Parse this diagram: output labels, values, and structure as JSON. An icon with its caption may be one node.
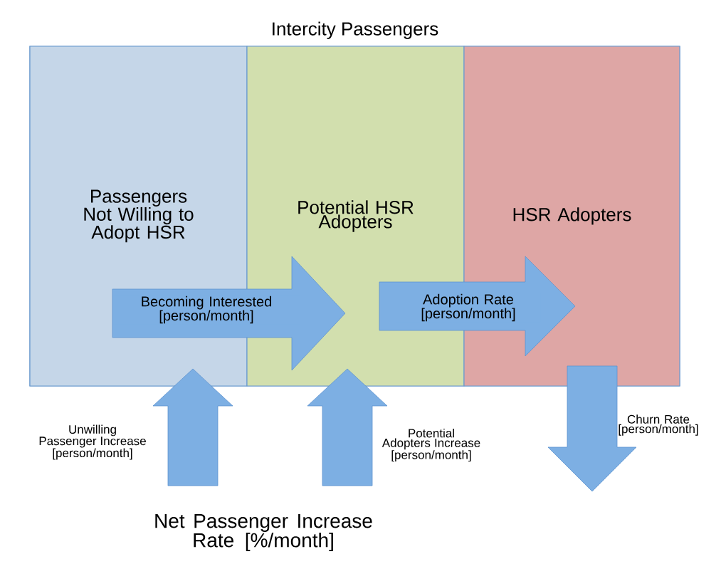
{
  "diagram": {
    "nodes": [
      {
        "text": [
          "Intercity Passengers"
        ]
      },
      {
        "text": [
          "Passengers Not Willing to Adopt HSR"
        ],
        "in": 0
      },
      {
        "text": [
          "Potential HSR Adopters"
        ],
        "in": 0
      },
      {
        "text": [
          "HSR Adopters"
        ],
        "in": 0
      },
      {
        "text": [
          "Net Passenger Increase Rate [%/month]"
        ]
      }
    ],
    "edges": [
      {
        "from": 1,
        "to": 2,
        "arrow": "to",
        "label": "Becoming Interested [person/month]"
      },
      {
        "from": 2,
        "to": 3,
        "arrow": "to",
        "label": "Adoption Rate [person/month]"
      },
      {
        "from": 4,
        "to": 1,
        "arrow": "to",
        "label": "Unwilling Passenger Increase [person/month]"
      },
      {
        "from": 4,
        "to": 2,
        "arrow": "to",
        "label": "Potential Adopters Increase [person/month]"
      },
      {
        "from": 3,
        "to": null,
        "arrow": "to",
        "label": "Churn Rate [person/month]"
      }
    ]
  }
}
